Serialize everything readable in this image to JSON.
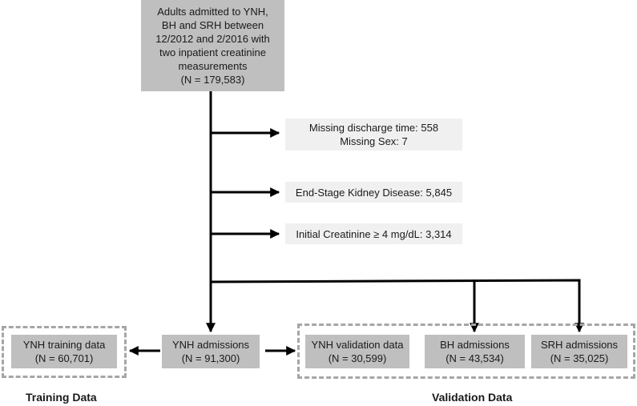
{
  "top_box": {
    "lines": [
      "Adults admitted to YNH,",
      "BH and SRH between",
      "12/2012 and 2/2016 with",
      "two inpatient creatinine",
      "measurements",
      "(N = 179,583)"
    ]
  },
  "exclusions": [
    {
      "lines": [
        "Missing discharge time: 558",
        "Missing Sex: 7"
      ]
    },
    {
      "lines": [
        "End-Stage Kidney Disease: 5,845"
      ]
    },
    {
      "lines": [
        "Initial Creatinine ≥ 4 mg/dL: 3,314"
      ]
    }
  ],
  "ynh_admissions": {
    "lines": [
      "YNH admissions",
      "(N = 91,300)"
    ]
  },
  "training": {
    "label": "Training Data",
    "box": {
      "lines": [
        "YNH training data",
        "(N = 60,701)"
      ]
    }
  },
  "validation": {
    "label": "Validation Data",
    "boxes": [
      {
        "lines": [
          "YNH validation data",
          "(N = 30,599)"
        ]
      },
      {
        "lines": [
          "BH admissions",
          "(N = 43,534)"
        ]
      },
      {
        "lines": [
          "SRH admissions",
          "(N = 35,025)"
        ]
      }
    ]
  },
  "colors": {
    "box_dark": "#bfbfbf",
    "box_light": "#f0f0f0",
    "dashed_border": "#a6a6a6",
    "line": "#000000"
  }
}
